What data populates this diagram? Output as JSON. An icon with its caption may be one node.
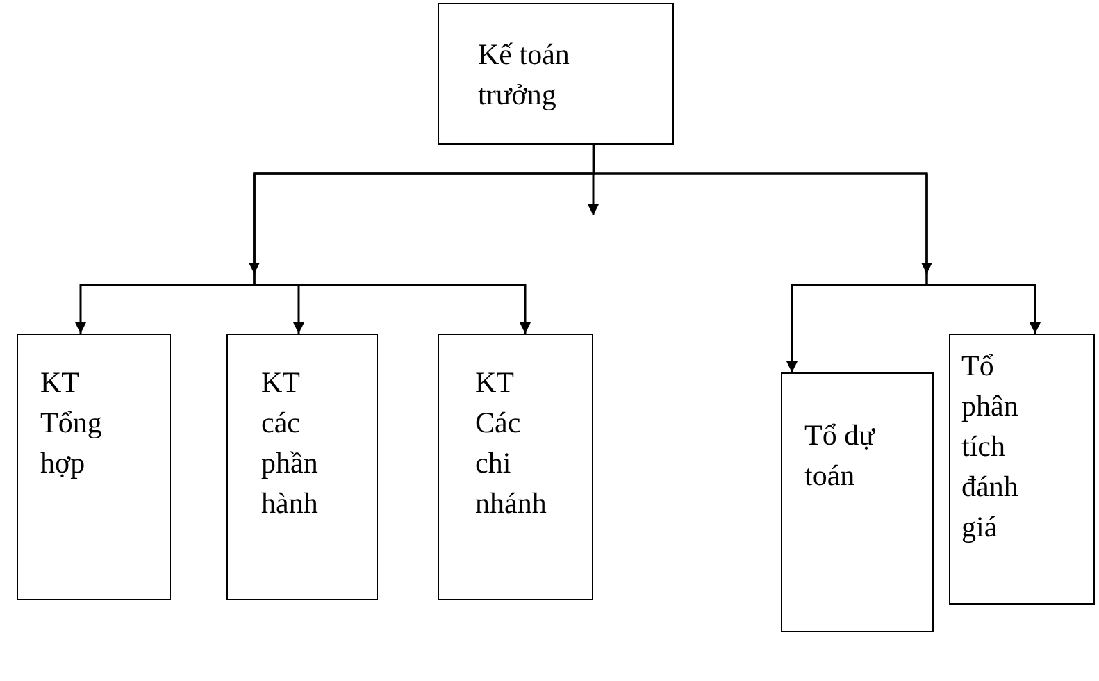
{
  "diagram": {
    "nodes": [
      {
        "text": [
          "Kế toán trưởng"
        ]
      },
      {
        "text": [
          "KT Tổng hợp"
        ]
      },
      {
        "text": [
          "KT các phần hành"
        ]
      },
      {
        "text": [
          "KT Các chi nhánh"
        ]
      },
      {
        "text": [
          "Tổ dự toán"
        ]
      },
      {
        "text": [
          "Tổ phân tích đánh giá"
        ]
      }
    ],
    "edges": [
      {
        "from": 0,
        "to": 1,
        "arrow": "to"
      },
      {
        "from": 0,
        "to": 2,
        "arrow": "to"
      },
      {
        "from": 0,
        "to": 3,
        "arrow": "to"
      },
      {
        "from": 0,
        "to": 4,
        "arrow": "to"
      },
      {
        "from": 0,
        "to": 5,
        "arrow": "to"
      }
    ]
  }
}
